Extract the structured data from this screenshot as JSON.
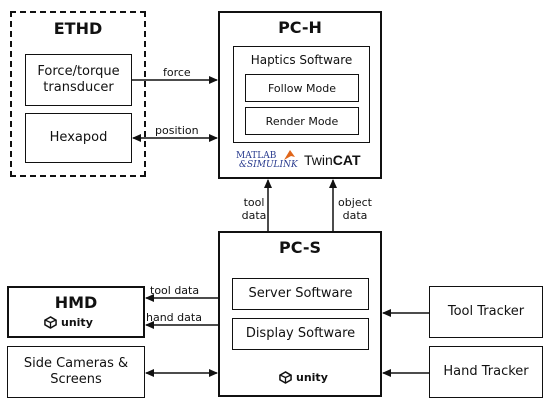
{
  "ethd": {
    "title": "ETHD",
    "force_sensor": "Force/torque transducer",
    "hexapod": "Hexapod"
  },
  "pch": {
    "title": "PC-H",
    "haptics_software": "Haptics Software",
    "follow_mode": "Follow Mode",
    "render_mode": "Render Mode",
    "matlab_logo": "MATLAB",
    "simulink_logo": "&SIMULINK",
    "twincat_twin": "Twin",
    "twincat_cat": "CAT"
  },
  "pcs": {
    "title": "PC-S",
    "server_software": "Server Software",
    "display_software": "Display Software",
    "unity_logo": "unity"
  },
  "hmd": {
    "title": "HMD",
    "unity_logo": "unity"
  },
  "side_cameras": {
    "label": "Side Cameras & Screens"
  },
  "tool_tracker": {
    "label": "Tool Tracker"
  },
  "hand_tracker": {
    "label": "Hand Tracker"
  },
  "arrows": {
    "force": "force",
    "position": "position",
    "tool_data_up": "tool data",
    "object_data_up": "object data",
    "tool_data_left": "tool data",
    "hand_data_left": "hand data"
  }
}
